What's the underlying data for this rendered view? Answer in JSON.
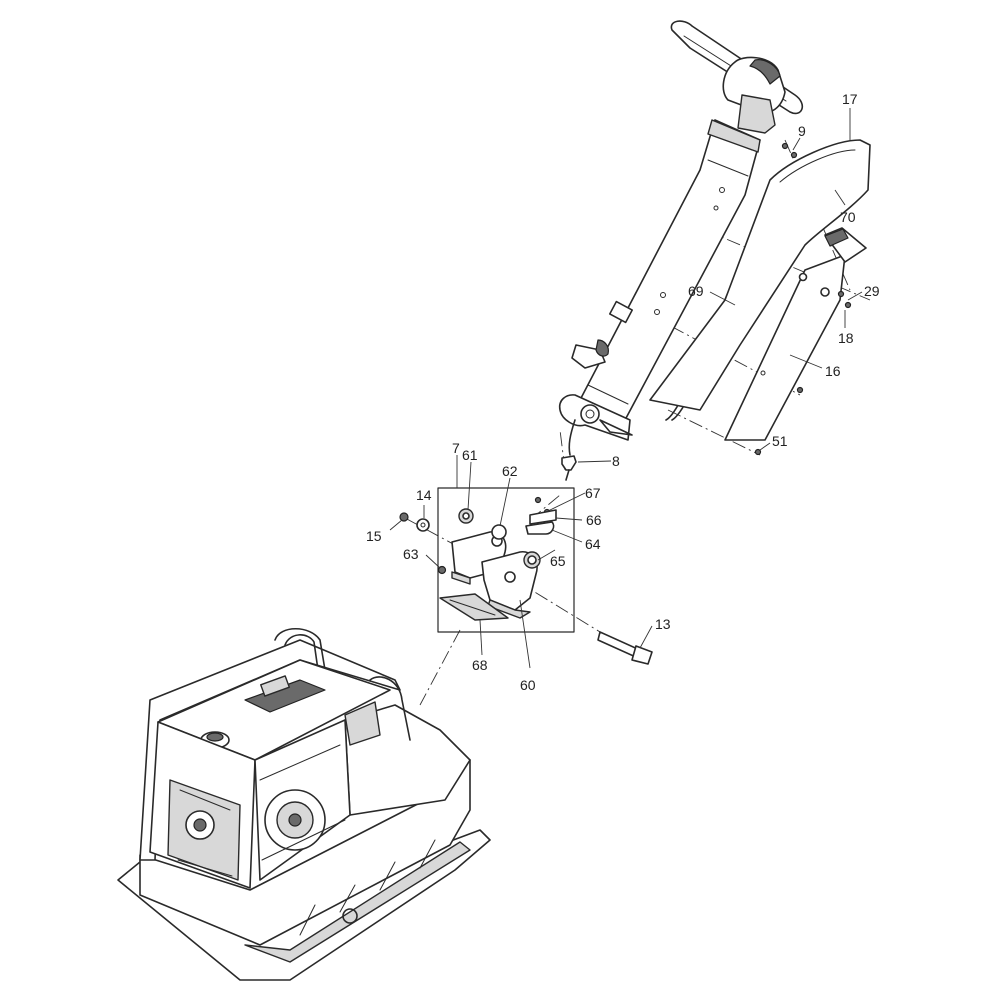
{
  "callouts": [
    {
      "id": "c17",
      "text": "17"
    },
    {
      "id": "c9",
      "text": "9"
    },
    {
      "id": "c70",
      "text": "70"
    },
    {
      "id": "c69",
      "text": "69"
    },
    {
      "id": "c29",
      "text": "29"
    },
    {
      "id": "c18",
      "text": "18"
    },
    {
      "id": "c16",
      "text": "16"
    },
    {
      "id": "c51",
      "text": "51"
    },
    {
      "id": "c7",
      "text": "7"
    },
    {
      "id": "c61",
      "text": "61"
    },
    {
      "id": "c62",
      "text": "62"
    },
    {
      "id": "c8",
      "text": "8"
    },
    {
      "id": "c14",
      "text": "14"
    },
    {
      "id": "c67",
      "text": "67"
    },
    {
      "id": "c66",
      "text": "66"
    },
    {
      "id": "c15",
      "text": "15"
    },
    {
      "id": "c64",
      "text": "64"
    },
    {
      "id": "c63",
      "text": "63"
    },
    {
      "id": "c65",
      "text": "65"
    },
    {
      "id": "c13",
      "text": "13"
    },
    {
      "id": "c68",
      "text": "68"
    },
    {
      "id": "c60",
      "text": "60"
    }
  ]
}
